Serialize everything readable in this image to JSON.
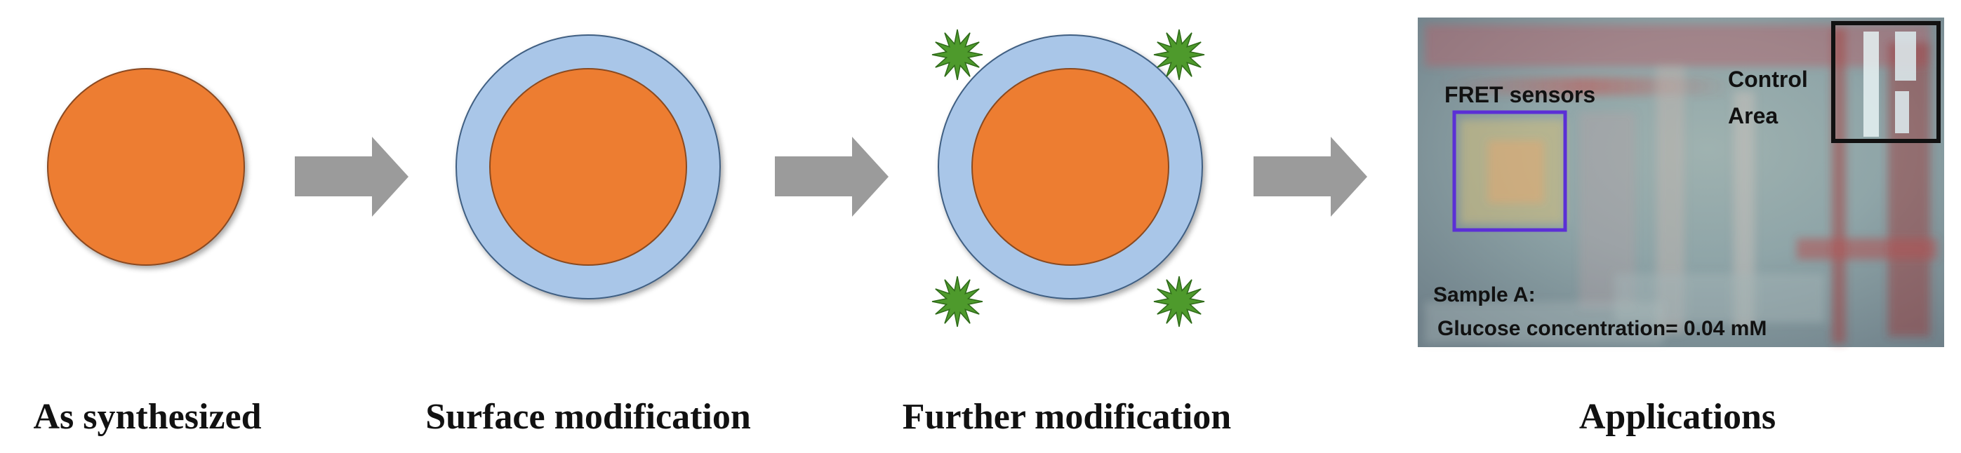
{
  "steps": [
    {
      "caption": "As synthesized"
    },
    {
      "caption": "Surface modification"
    },
    {
      "caption": "Further modification"
    },
    {
      "caption": "Applications"
    }
  ],
  "photo": {
    "fret_label": "FRET sensors",
    "control_label_line1": "Control",
    "control_label_line2": "Area",
    "sample_label": "Sample A:",
    "glucose_label": "Glucose concentration= 0.04 mM"
  },
  "colors": {
    "core": "#ED7D31",
    "shell": "#A9C6E8",
    "ligand": "#4E9A2C",
    "arrow": "#9B9B9B",
    "fret_box": "#5B2FD6",
    "control_box": "#111111"
  },
  "icons": [
    "arrow-right-icon",
    "ligand-star-icon"
  ]
}
